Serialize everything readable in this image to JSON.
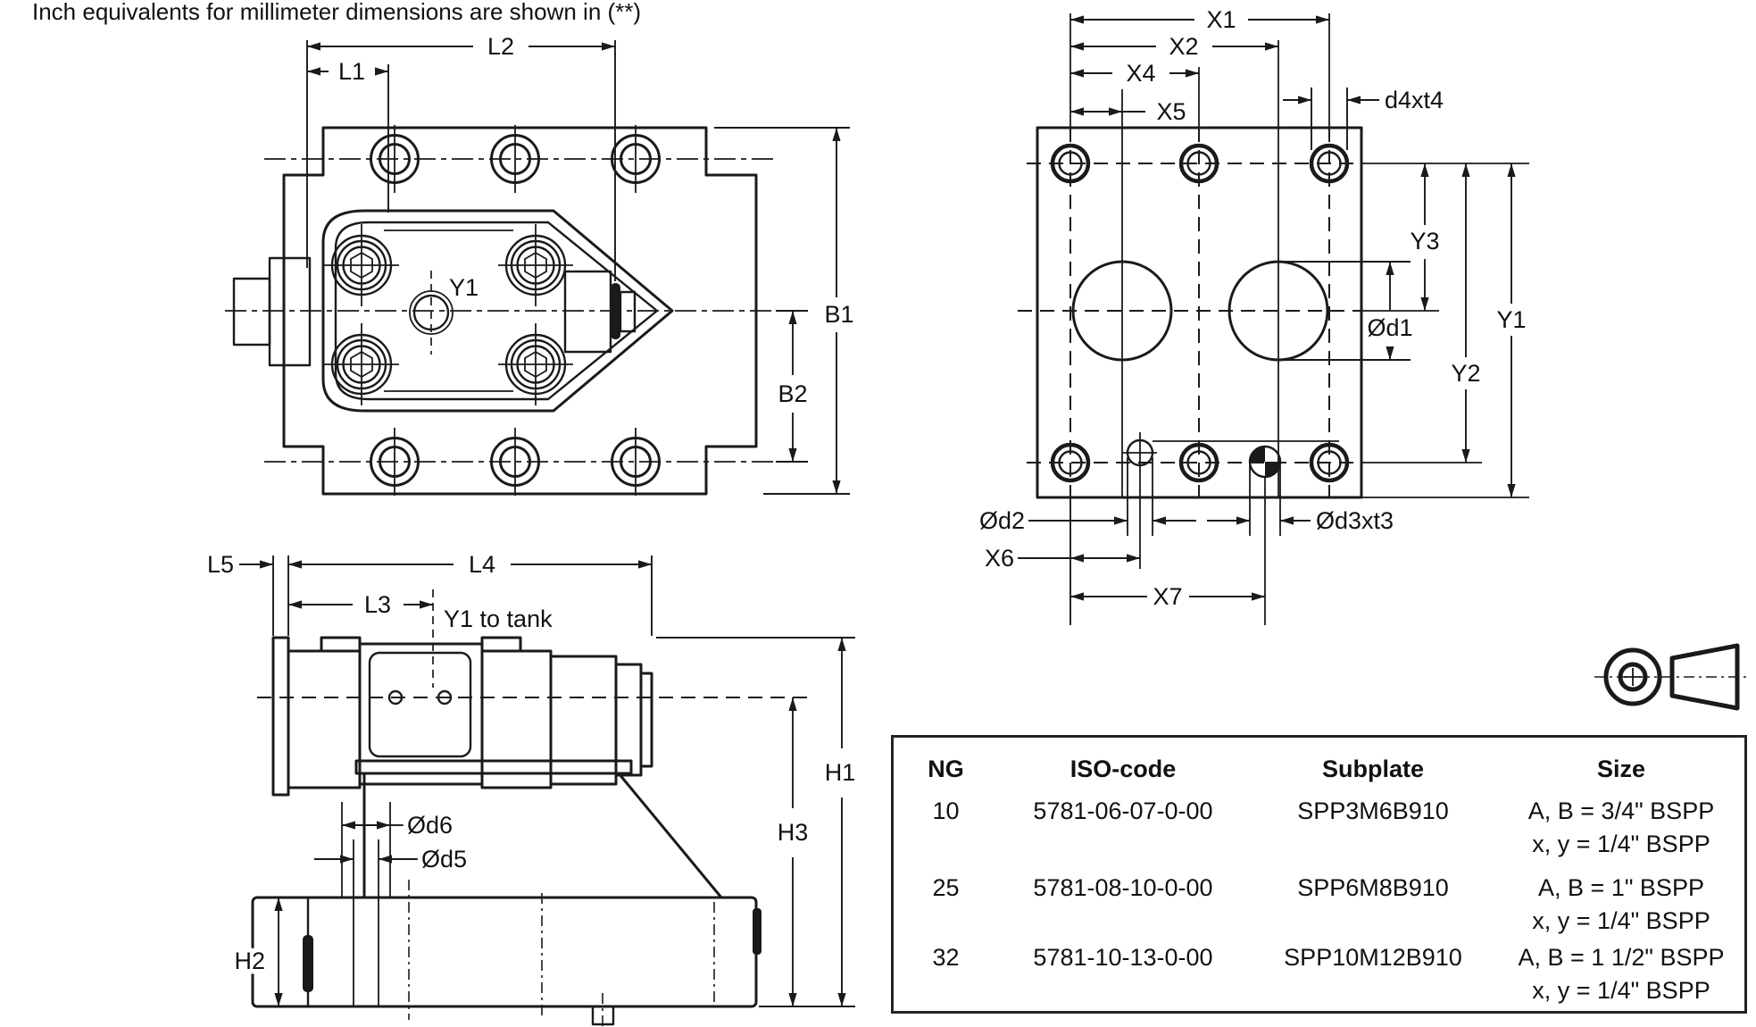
{
  "note": {
    "text": "Inch equivalents for millimeter dimensions are shown in (**)"
  },
  "views": {
    "plan": {
      "labels": {
        "l1": "L1",
        "l2": "L2",
        "b1": "B1",
        "b2": "B2",
        "y1_port": "Y1"
      }
    },
    "face": {
      "labels": {
        "x1": "X1",
        "x2": "X2",
        "x4": "X4",
        "x5": "X5",
        "x6": "X6",
        "x7": "X7",
        "d4": "d4xt4",
        "d1": "Ød1",
        "d2": "Ød2",
        "d3": "Ød3xt3",
        "y1": "Y1",
        "y2": "Y2",
        "y3": "Y3"
      }
    },
    "side": {
      "labels": {
        "l3": "L3",
        "l4": "L4",
        "l5": "L5",
        "y1_tank": "Y1 to tank",
        "h1": "H1",
        "h2": "H2",
        "h3": "H3",
        "d5": "Ød5",
        "d6": "Ød6"
      }
    }
  },
  "table": {
    "headers": [
      "NG",
      "ISO-code",
      "Subplate",
      "Size"
    ],
    "rows": [
      {
        "ng": "10",
        "iso": "5781-06-07-0-00",
        "subplate": "SPP3M6B910",
        "size_ab": "A, B = 3/4\" BSPP",
        "size_xy": "x, y = 1/4\" BSPP"
      },
      {
        "ng": "25",
        "iso": "5781-08-10-0-00",
        "subplate": "SPP6M8B910",
        "size_ab": "A, B = 1\" BSPP",
        "size_xy": "x, y = 1/4\" BSPP"
      },
      {
        "ng": "32",
        "iso": "5781-10-13-0-00",
        "subplate": "SPP10M12B910",
        "size_ab": "A, B = 1 1/2\" BSPP",
        "size_xy": "x, y = 1/4\" BSPP"
      }
    ]
  }
}
